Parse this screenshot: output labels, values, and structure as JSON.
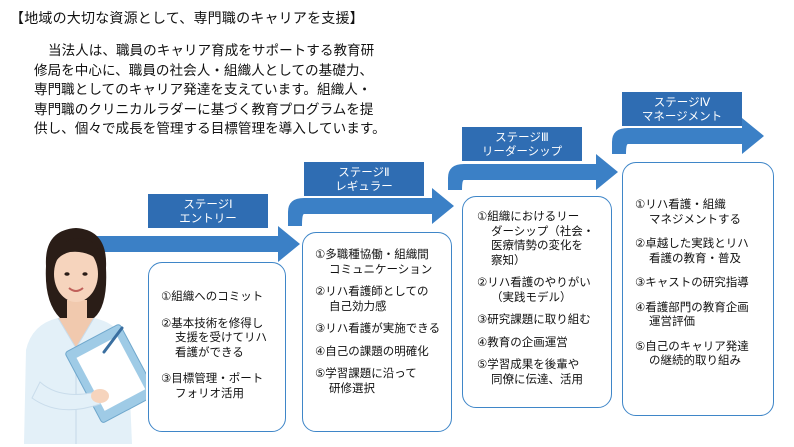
{
  "heading": "【地域の大切な資源として、専門職のキャリアを支援】",
  "intro_lines": [
    "当法人は、職員のキャリア育成をサポートする教育研",
    "修局を中心に、職員の社会人・組織人としての基礎力、",
    "専門職としてのキャリア発達を支えています。組織人・",
    "専門職のクリニカルラダーに基づく教育プログラムを提",
    "供し、個々で成長を管理する目標管理を導入しています。"
  ],
  "colors": {
    "label_bg": "#2f6db3",
    "arrow": "#3b80c6",
    "card_border": "#3f86c8"
  },
  "stages": [
    {
      "title": "ステージⅠ",
      "subtitle": "エントリー",
      "items": [
        [
          "①組織へのコミット"
        ],
        [
          "②基本技術を修得し",
          "支援を受けてリハ",
          "看護ができる"
        ],
        [
          "③目標管理・ポート",
          "フォリオ活用"
        ]
      ]
    },
    {
      "title": "ステージⅡ",
      "subtitle": "レギュラー",
      "items": [
        [
          "①多職種協働・組織間",
          "コミュニケーション"
        ],
        [
          "②リハ看護師としての",
          "自己効力感"
        ],
        [
          "③リハ看護が実施できる"
        ],
        [
          "④自己の課題の明確化"
        ],
        [
          "⑤学習課題に沿って",
          "研修選択"
        ]
      ]
    },
    {
      "title": "ステージⅢ",
      "subtitle": "リーダーシップ",
      "items": [
        [
          "①組織におけるリー",
          "ダーシップ（社会・",
          "医療情勢の変化を",
          "察知）"
        ],
        [
          "②リハ看護のやりがい",
          "（実践モデル）"
        ],
        [
          "③研究課題に取り組む"
        ],
        [
          "④教育の企画運営"
        ],
        [
          "⑤学習成果を後輩や",
          "同僚に伝達、活用"
        ]
      ]
    },
    {
      "title": "ステージⅣ",
      "subtitle": "マネージメント",
      "items": [
        [
          "①リハ看護・組織",
          "マネジメントする"
        ],
        [
          "②卓越した実践とリハ",
          "看護の教育・普及"
        ],
        [
          "③キャストの研究指導"
        ],
        [
          "④看護部門の教育企画",
          "運営評価"
        ],
        [
          "⑤自己のキャリア発達",
          "の継続的取り組み"
        ]
      ]
    }
  ]
}
